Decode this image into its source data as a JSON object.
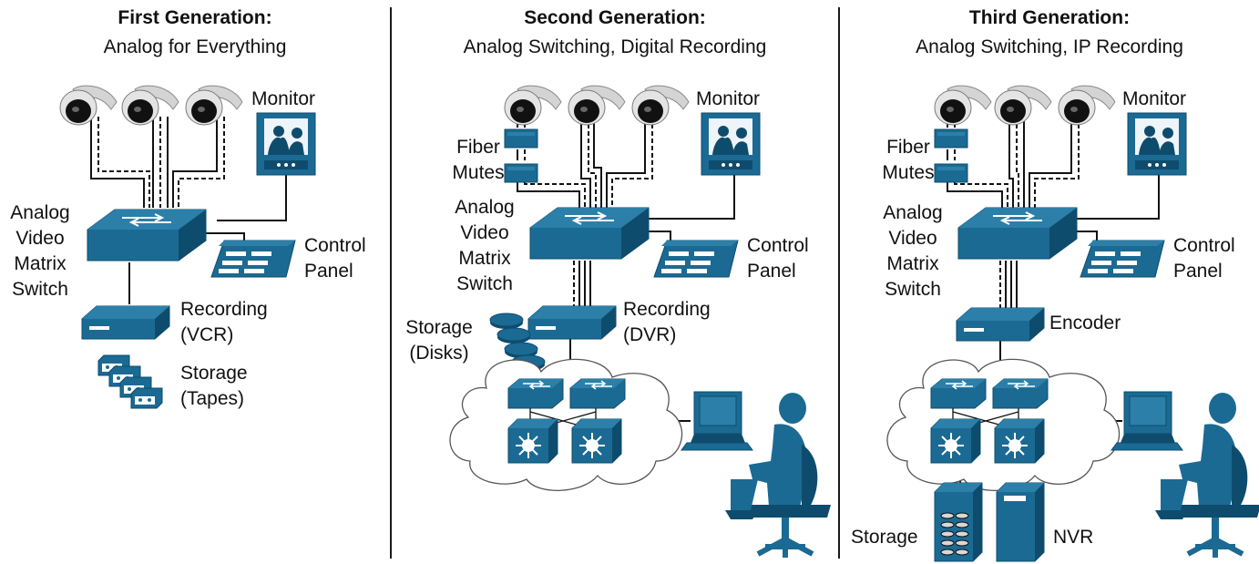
{
  "panels": [
    {
      "title": "First Generation:",
      "subtitle": "Analog for Everything",
      "labels": {
        "monitor": "Monitor",
        "switch": [
          "Analog",
          "Video",
          "Matrix",
          "Switch"
        ],
        "control": [
          "Control",
          "Panel"
        ],
        "recording": [
          "Recording",
          "(VCR)"
        ],
        "storage": [
          "Storage",
          "(Tapes)"
        ]
      }
    },
    {
      "title": "Second Generation:",
      "subtitle": "Analog Switching, Digital Recording",
      "labels": {
        "monitor": "Monitor",
        "fiber": [
          "Fiber",
          "Mutes"
        ],
        "switch": [
          "Analog",
          "Video",
          "Matrix",
          "Switch"
        ],
        "control": [
          "Control",
          "Panel"
        ],
        "storage": [
          "Storage",
          "(Disks)"
        ],
        "recording": [
          "Recording",
          "(DVR)"
        ]
      }
    },
    {
      "title": "Third Generation:",
      "subtitle": "Analog Switching, IP Recording",
      "labels": {
        "monitor": "Monitor",
        "fiber": [
          "Fiber",
          "Mutes"
        ],
        "switch": [
          "Analog",
          "Video",
          "Matrix",
          "Switch"
        ],
        "control": [
          "Control",
          "Panel"
        ],
        "encoder": "Encoder",
        "storage": "Storage",
        "nvr": "NVR"
      }
    }
  ],
  "colors": {
    "device": "#1b6a93",
    "device_dark": "#0e4c6e",
    "line": "#111111",
    "background": "#ffffff"
  },
  "icons": [
    "dome-camera-icon",
    "monitor-icon",
    "video-switch-icon",
    "control-panel-icon",
    "recorder-icon",
    "tape-icon",
    "disk-icon",
    "network-cloud-icon",
    "router-icon",
    "workstation-icon",
    "server-tower-icon"
  ]
}
